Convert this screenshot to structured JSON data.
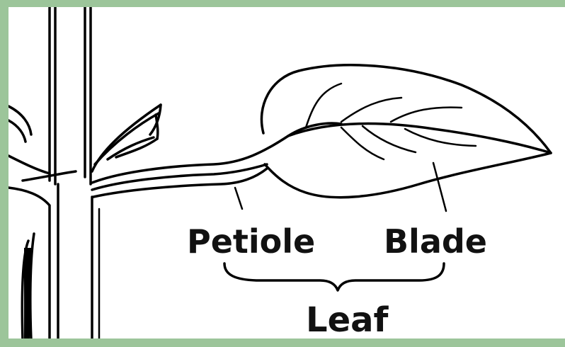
{
  "colors": {
    "frame": "#9cc59a",
    "ink": "#000000",
    "background": "#ffffff"
  },
  "labels": {
    "petiole": "Petiole",
    "blade": "Blade",
    "leaf": "Leaf"
  }
}
